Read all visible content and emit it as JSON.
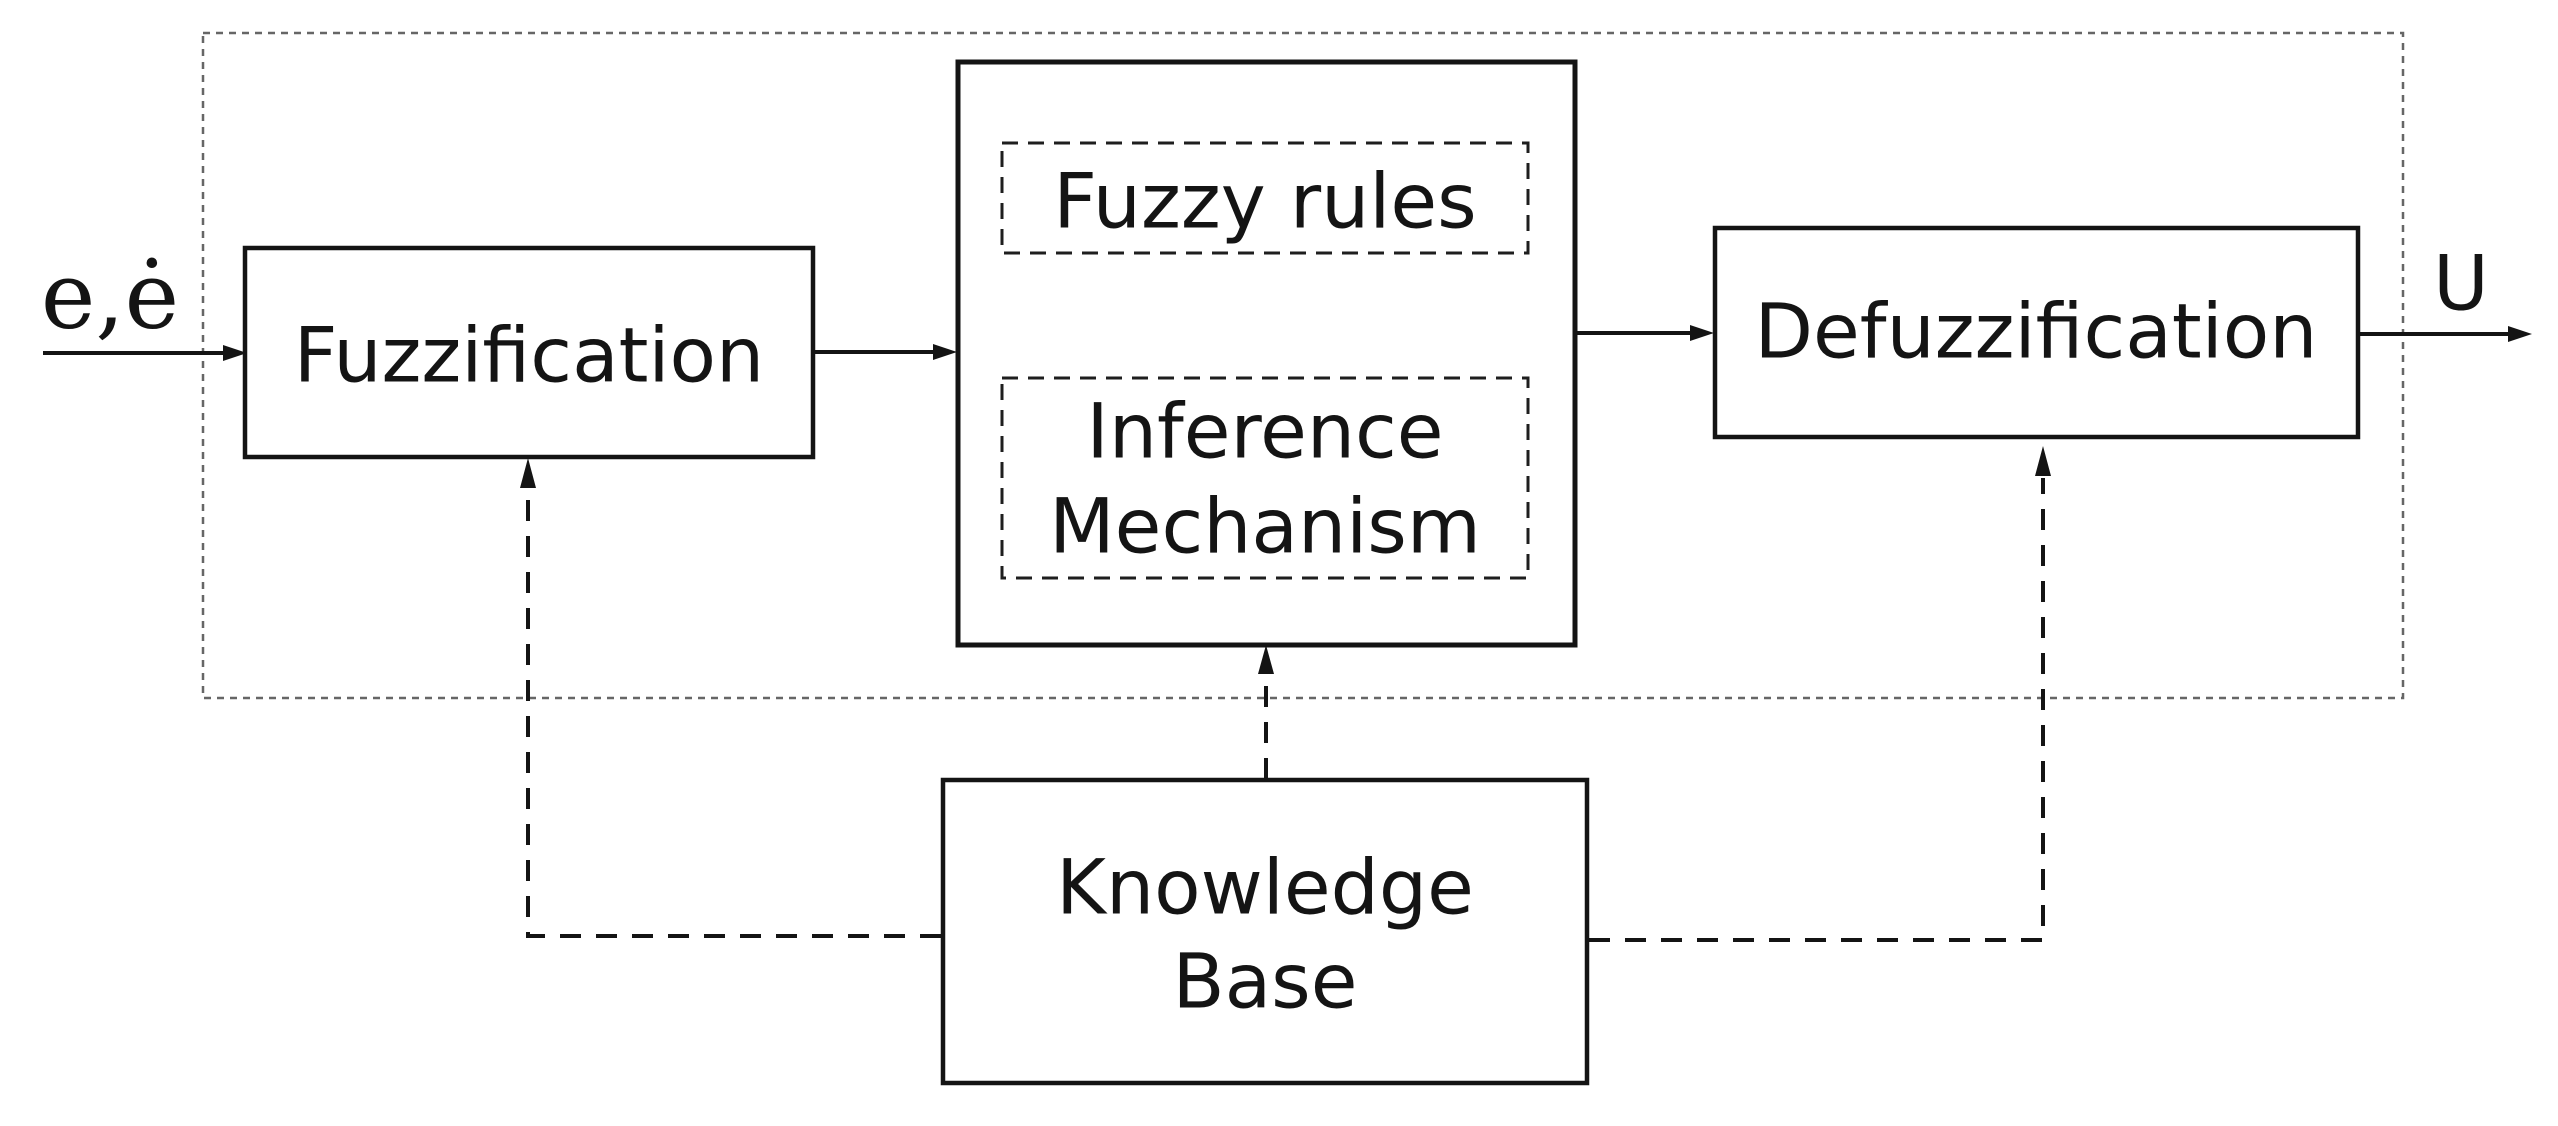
{
  "figure": {
    "type": "fuzzy-logic-controller-block-diagram",
    "background_color": "#ffffff",
    "line_color": "#141414",
    "dotted_frame_color": "#666666",
    "input_label": "e,ė",
    "output_label": "U",
    "blocks": {
      "fuzzification": {
        "label": "Fuzzification"
      },
      "rule_base": {
        "fuzzy_rules_label": "Fuzzy rules",
        "inference_label_line1": "Inference",
        "inference_label_line2": "Mechanism"
      },
      "defuzzification": {
        "label": "Defuzzification"
      },
      "knowledge_base": {
        "label_line1": "Knowledge",
        "label_line2": "Base"
      }
    }
  }
}
